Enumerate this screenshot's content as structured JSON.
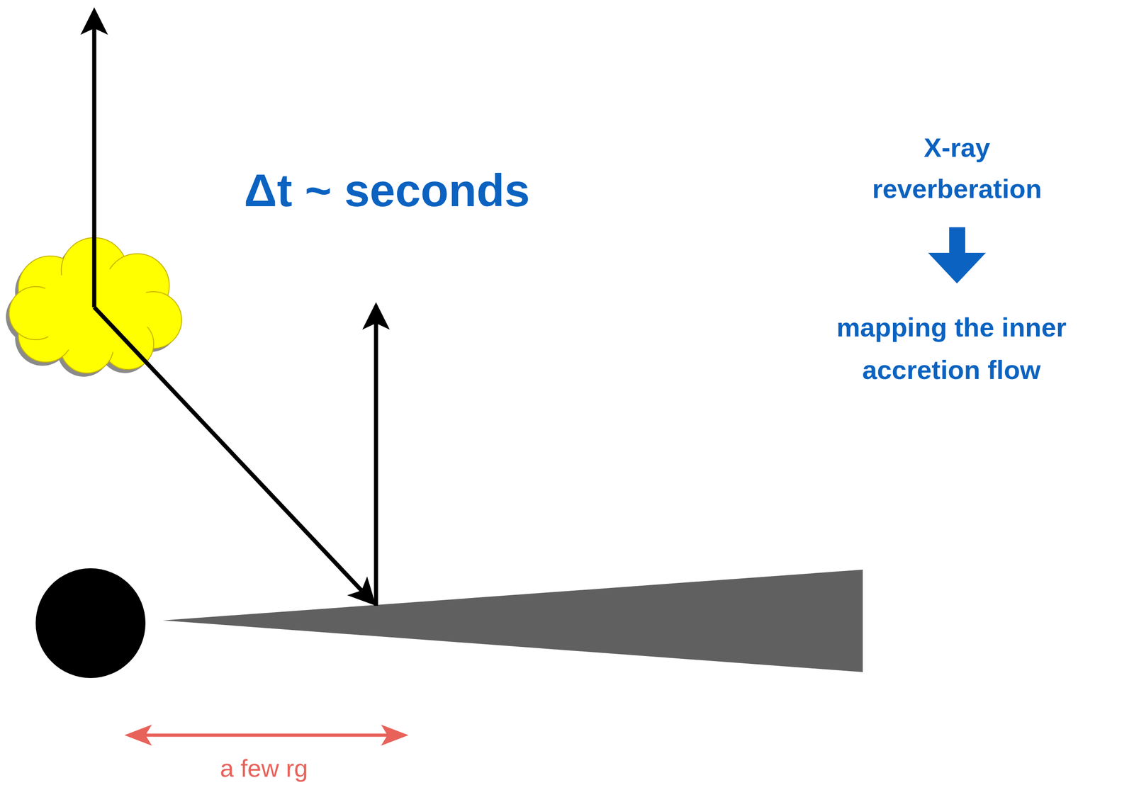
{
  "diagram": {
    "labels": [
      "Δt ~ seconds",
      "X-ray reverberation",
      "mapping the inner accretion flow",
      "a few rg"
    ]
  }
}
